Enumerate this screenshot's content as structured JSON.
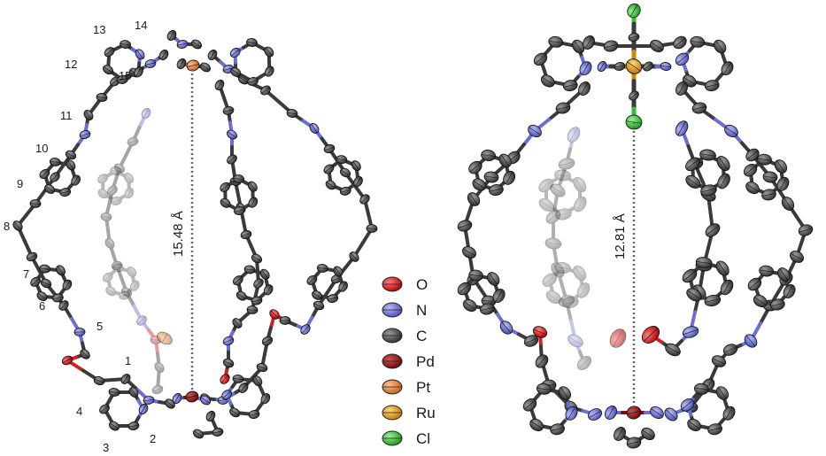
{
  "left_structure": {
    "distance_label": "15.48 Å",
    "atom_numbers": [
      "1",
      "2",
      "3",
      "4",
      "5",
      "6",
      "7",
      "8",
      "9",
      "10",
      "11",
      "12",
      "13",
      "14",
      "15"
    ]
  },
  "right_structure": {
    "distance_label": "12.81 Å"
  },
  "legend": [
    {
      "label": "O",
      "color": "#e01010"
    },
    {
      "label": "N",
      "color": "#6a6fd8"
    },
    {
      "label": "C",
      "color": "#5a5a5a"
    },
    {
      "label": "Pd",
      "color": "#a01818"
    },
    {
      "label": "Pt",
      "color": "#e8843a"
    },
    {
      "label": "Ru",
      "color": "#f0a020"
    },
    {
      "label": "Cl",
      "color": "#2ec02e"
    }
  ]
}
